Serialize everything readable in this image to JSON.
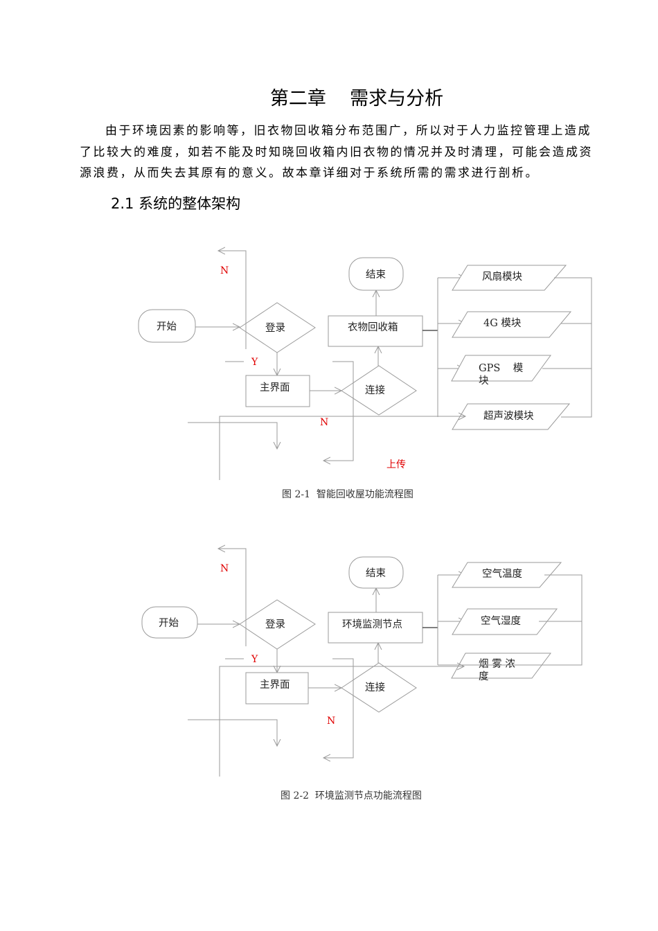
{
  "chapter_title": "第二章    需求与分析",
  "intro_lines": [
    "由于环境因素的影响等，旧衣物回收箱分布范围广，所以对于人力监控管理上造成",
    "了比较大的难度，如若不能及时知晓回收箱内旧衣物的情况并及时清理，可能会造成资",
    "源浪费，从而失去其原有的意义。故本章详细对于系统所需的需求进行剖析。"
  ],
  "section_heading": "2.1 系统的整体架构",
  "figure1": {
    "start": "开始",
    "login": "登录",
    "main_ui": "主界面",
    "connect": "连接",
    "node": "衣物回收箱",
    "end": "结束",
    "modules": [
      "风扇模块",
      "4G 模块",
      "GPS    模",
      "块",
      "超声波模块"
    ],
    "label_n_top": "N",
    "label_y": "Y",
    "label_n_bottom": "N",
    "label_upload": "上传",
    "caption": "图 2-1  智能回收屋功能流程图"
  },
  "figure2": {
    "start": "开始",
    "login": "登录",
    "main_ui": "主界面",
    "connect": "连接",
    "node": "环境监测节点",
    "end": "结束",
    "modules": [
      "空气温度",
      "空气湿度",
      "烟 雾 浓",
      "度"
    ],
    "label_n_top": "N",
    "label_y": "Y",
    "label_n_bottom": "N",
    "caption": "图 2-2  环境监测节点功能流程图"
  },
  "colors": {
    "annotation": "#e00000",
    "line": "#9a9a9a"
  }
}
